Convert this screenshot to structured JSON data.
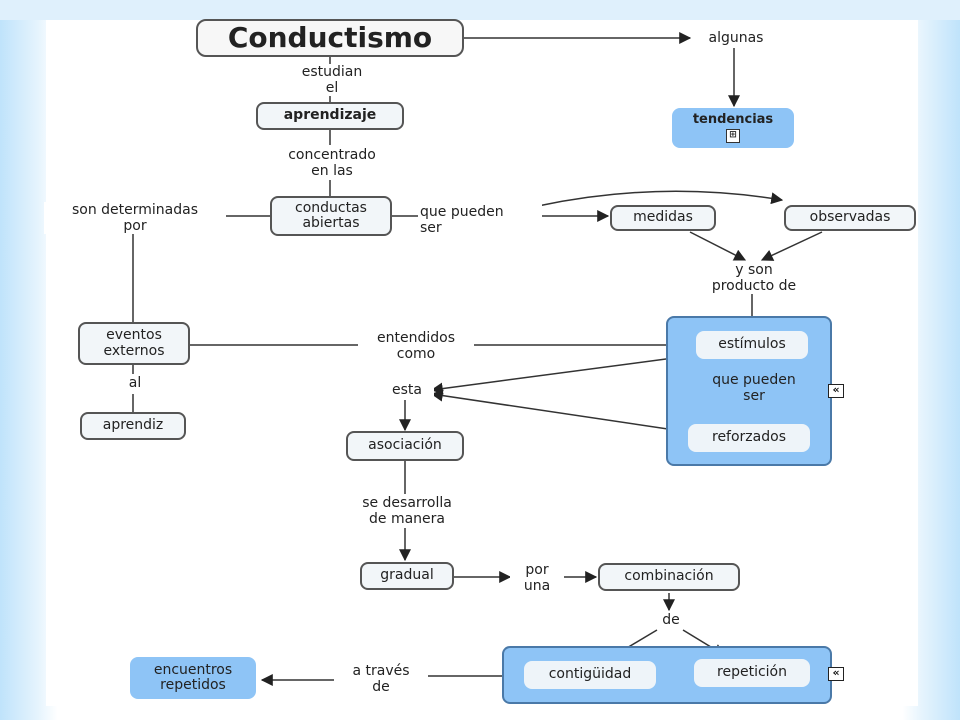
{
  "nodes": {
    "conductismo": "Conductismo",
    "aprendizaje": "aprendizaje",
    "tendencias": "tendencias",
    "conductas_abiertas": "conductas\nabiertas",
    "medidas": "medidas",
    "observadas": "observadas",
    "eventos_externos": "eventos\nexternos",
    "aprendiz": "aprendiz",
    "estimulos": "estímulos",
    "reforzados": "reforzados",
    "asociacion": "asociación",
    "gradual": "gradual",
    "combinacion": "combinación",
    "contiguidad": "contigüidad",
    "repeticion": "repetición",
    "encuentros_repetidos": "encuentros\nrepetidos"
  },
  "labels": {
    "algunas": "algunas",
    "estudian_el": "estudian\nel",
    "concentrado_en_las": "concentrado\nen las",
    "son_determinadas_por": "son determinadas\npor",
    "que_pueden_ser_1": "que pueden\nser",
    "y_son_producto_de": "y son\nproducto de",
    "entendidos_como": "entendidos\ncomo",
    "que_pueden_ser_2": "que pueden\nser",
    "al": "al",
    "esta": "esta",
    "se_desarrolla": "se desarrolla\nde manera",
    "por_una": "por\nuna",
    "de": "de",
    "a_traves_de": "a través\nde"
  },
  "icons": {
    "collapse": "«",
    "concept_map_icon": "concept-map-icon"
  },
  "colors": {
    "node_fill": "#f2f6f9",
    "group_fill": "#8ec4f6",
    "border": "#555555"
  }
}
